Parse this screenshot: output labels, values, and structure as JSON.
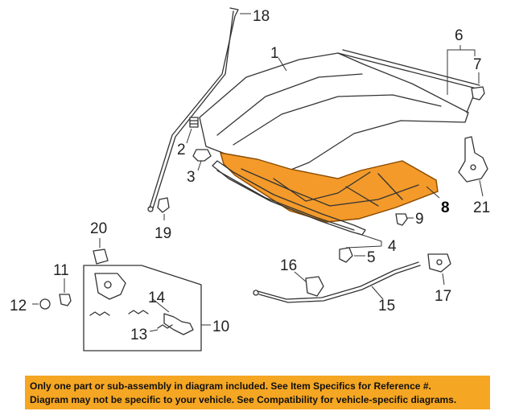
{
  "colors": {
    "highlight_fill": "#f39a2a",
    "highlight_stroke": "#8a4a00",
    "notice_background": "#f5a623"
  },
  "callouts": {
    "c1": "1",
    "c2": "2",
    "c3": "3",
    "c4": "4",
    "c5": "5",
    "c6": "6",
    "c7": "7",
    "c8": "8",
    "c9": "9",
    "c10": "10",
    "c11": "11",
    "c12": "12",
    "c13": "13",
    "c14": "14",
    "c15": "15",
    "c16": "16",
    "c17": "17",
    "c18": "18",
    "c19": "19",
    "c20": "20",
    "c21": "21"
  },
  "highlighted_part": "8",
  "notice": {
    "line1": "Only one part or sub-assembly in diagram included. See Item Specifics for Reference #.",
    "line2": "Diagram may not be specific to your vehicle. See Compatibility for vehicle-specific diagrams."
  }
}
